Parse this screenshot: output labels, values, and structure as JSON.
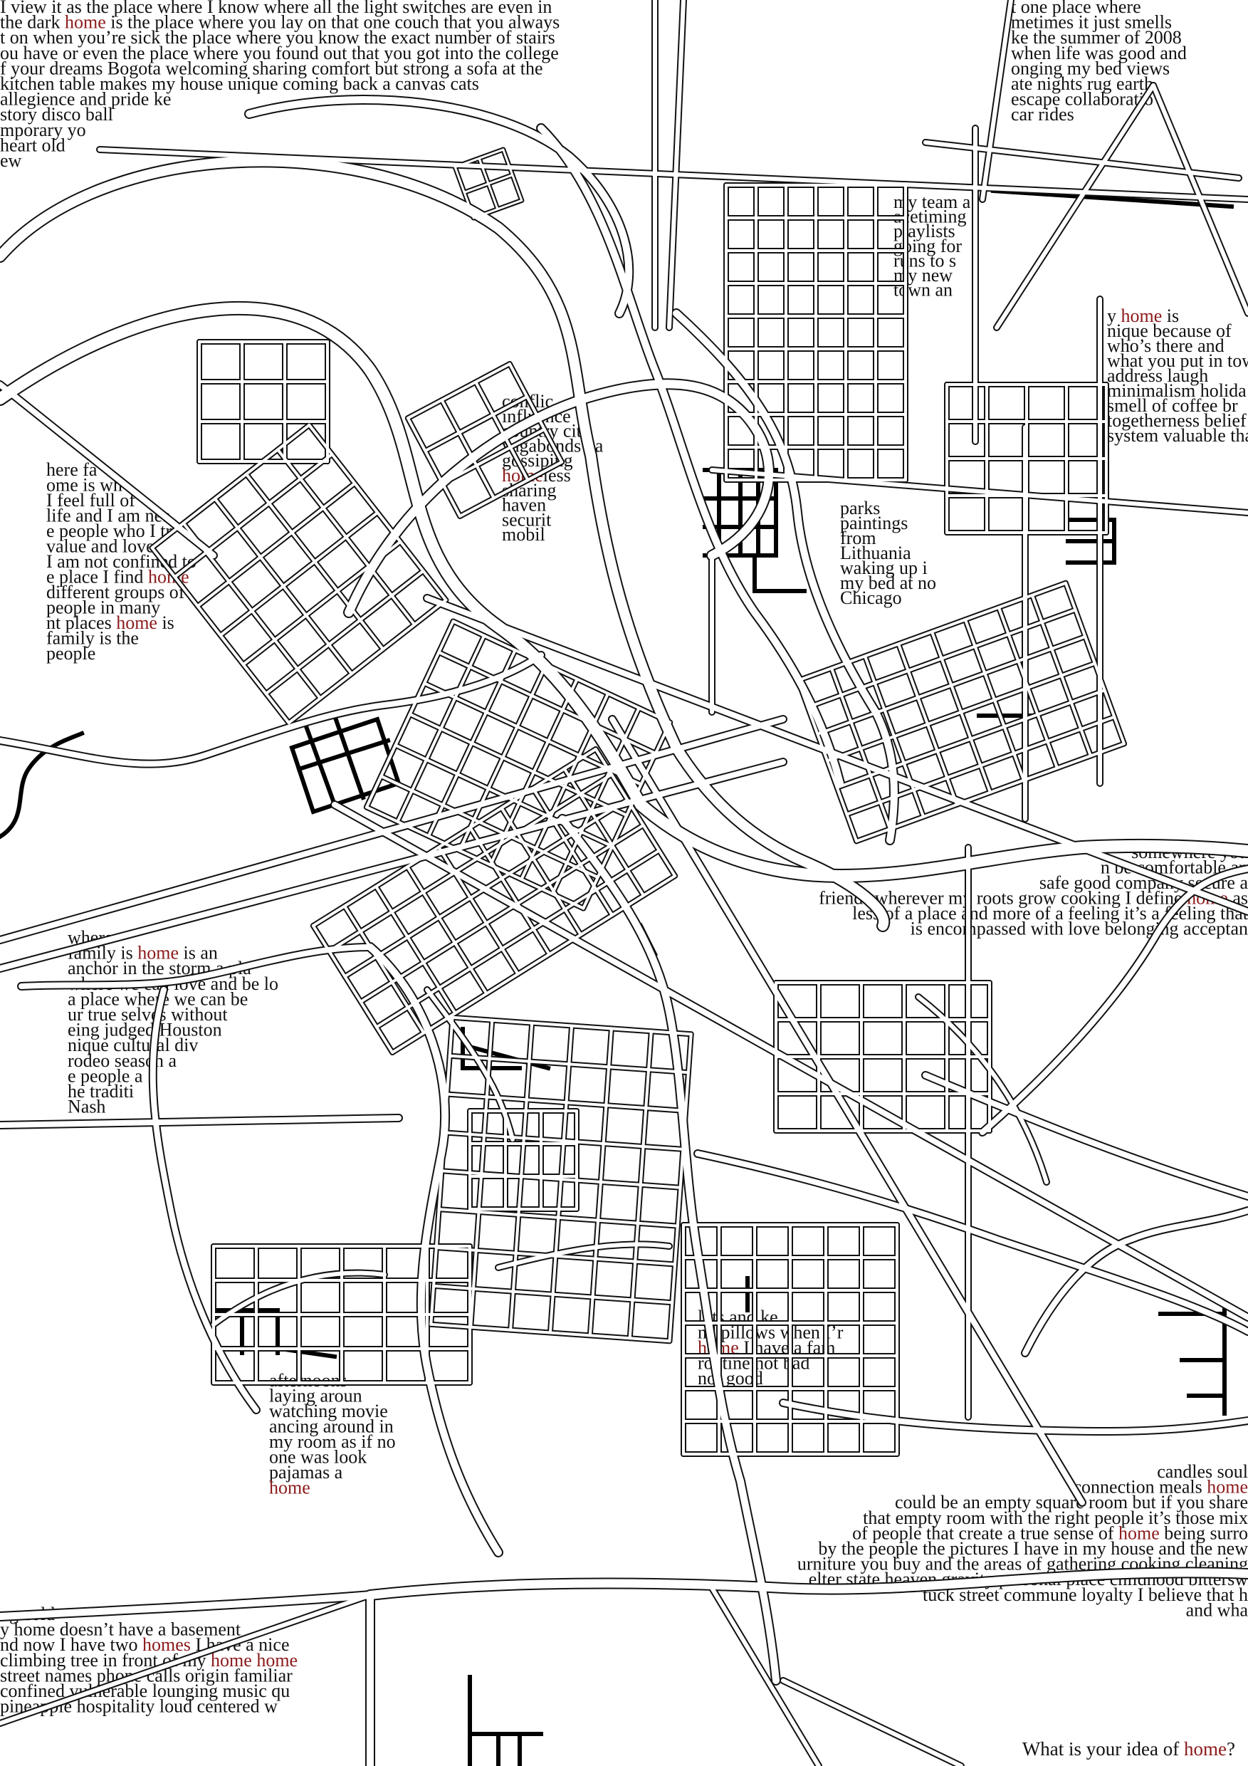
{
  "colors": {
    "text": "#111111",
    "highlight": "#8b1a1a",
    "road_casing": "#111111",
    "road_fill": "#ffffff",
    "rail": "#000000",
    "background": "#ffffff"
  },
  "caption": {
    "before": "What is your idea of ",
    "highlight": "home",
    "after": "?"
  },
  "text_blocks": [
    {
      "id": "top-left",
      "lines": [
        "I view it as the place where I know where all the light switches are even in",
        "the dark [home] is the place where you lay on that one couch that you always",
        "t on when you’re sick the place where you know the exact number of stairs",
        "ou have or even the place where you found out that you got into the college",
        "f your dreams Bogota welcoming sharing comfort but strong a sofa at the",
        "kitchen table makes my house unique coming back a     canvas cats",
        "allegience and pride ke",
        "story disco ball",
        "mporary yo",
        "heart old",
        "ew"
      ]
    },
    {
      "id": "top-right",
      "lines": [
        "t one place where",
        "metimes it just smells",
        "ke the summer of 2008",
        "when life was good and",
        "onging my bed views",
        "ate nights rug earth",
        "escape collaboratio",
        "car rides"
      ]
    },
    {
      "id": "upper-mid-right",
      "lines": [
        "my team a",
        "acetiming",
        "playlists",
        "going for",
        "runs to s",
        "my new",
        "town an"
      ]
    },
    {
      "id": "right-middle",
      "lines": [
        "y [home] is",
        "nique because of",
        "who’s there and",
        "what you put in tow",
        "address laugh",
        "minimalism holida",
        "smell of coffee br",
        "togetherness belief",
        "system valuable tha"
      ]
    },
    {
      "id": "center-column",
      "lines": [
        "conflic",
        "influence",
        "country city",
        "vagabonds ba",
        "gossiping",
        "[home]less",
        "sharing",
        "haven",
        "securit",
        "mobil"
      ]
    },
    {
      "id": "center-right",
      "lines": [
        "parks",
        "paintings",
        "from",
        "Lithuania",
        "waking up i",
        "my bed at no",
        "Chicago"
      ]
    },
    {
      "id": "left-middle",
      "lines": [
        "here fa",
        "ome is wh",
        "I feel full of",
        "life and I am nea",
        "e people who I tr",
        "value and love",
        "I am not confined to",
        "e place I find [home]",
        "different groups of",
        "people in many",
        "nt places [home] is",
        "family is the",
        "people"
      ]
    },
    {
      "id": "right-mid-lower",
      "lines": [
        "somewhere you",
        "n be comfortable an",
        "safe good company secure a",
        "friends wherever my roots grow cooking I define [home] as",
        "less of a place and more of a feeling it’s a feeling that",
        "is encompassed with love belonging acceptan"
      ]
    },
    {
      "id": "left-lower",
      "lines": [
        "where",
        "family is [home] is an",
        "anchor in the storm a pla",
        "where we can love and be lo",
        "a place where we can be",
        "ur true selves without",
        "eing judged Houston",
        "nique cultural div",
        "rodeo season a",
        "e people a",
        "he traditi",
        "Nash"
      ]
    },
    {
      "id": "bottom-center",
      "lines": [
        "lots and    ke",
        "nd  pillows when I’r",
        "[home] I have a fam",
        "routine not bad",
        "not good"
      ]
    },
    {
      "id": "bottom-center-left",
      "lines": [
        "afternoons",
        "laying aroun",
        "watching movie",
        "ancing around in",
        "my room as if no",
        "one was look",
        "pajamas a",
        "[home]"
      ]
    },
    {
      "id": "bottom-right",
      "lines": [
        "candles soul",
        "connection meals [home]",
        "could be an empty square room but if you share",
        "that empty room with the right people it’s those mix",
        "of people that create a true sense of [home] being surro",
        "by the people the pictures I have in my house and the new",
        "urniture you buy and the areas of gathering cooking cleaning",
        "elter state heaven gravity personal place childhood bittersw",
        "  tuck street commune loyalty I believe that h",
        "and wha"
      ]
    },
    {
      "id": "bottom-left",
      "lines": [
        "og cold",
        "y home doesn’t have a basement",
        "nd now I have two [homes] I have a nice",
        "climbing tree in front of my [home] [home]",
        "street names phone calls origin familiar",
        "confined vulnerable lounging music qu",
        "pineapple hospitality loud centered w"
      ]
    }
  ]
}
